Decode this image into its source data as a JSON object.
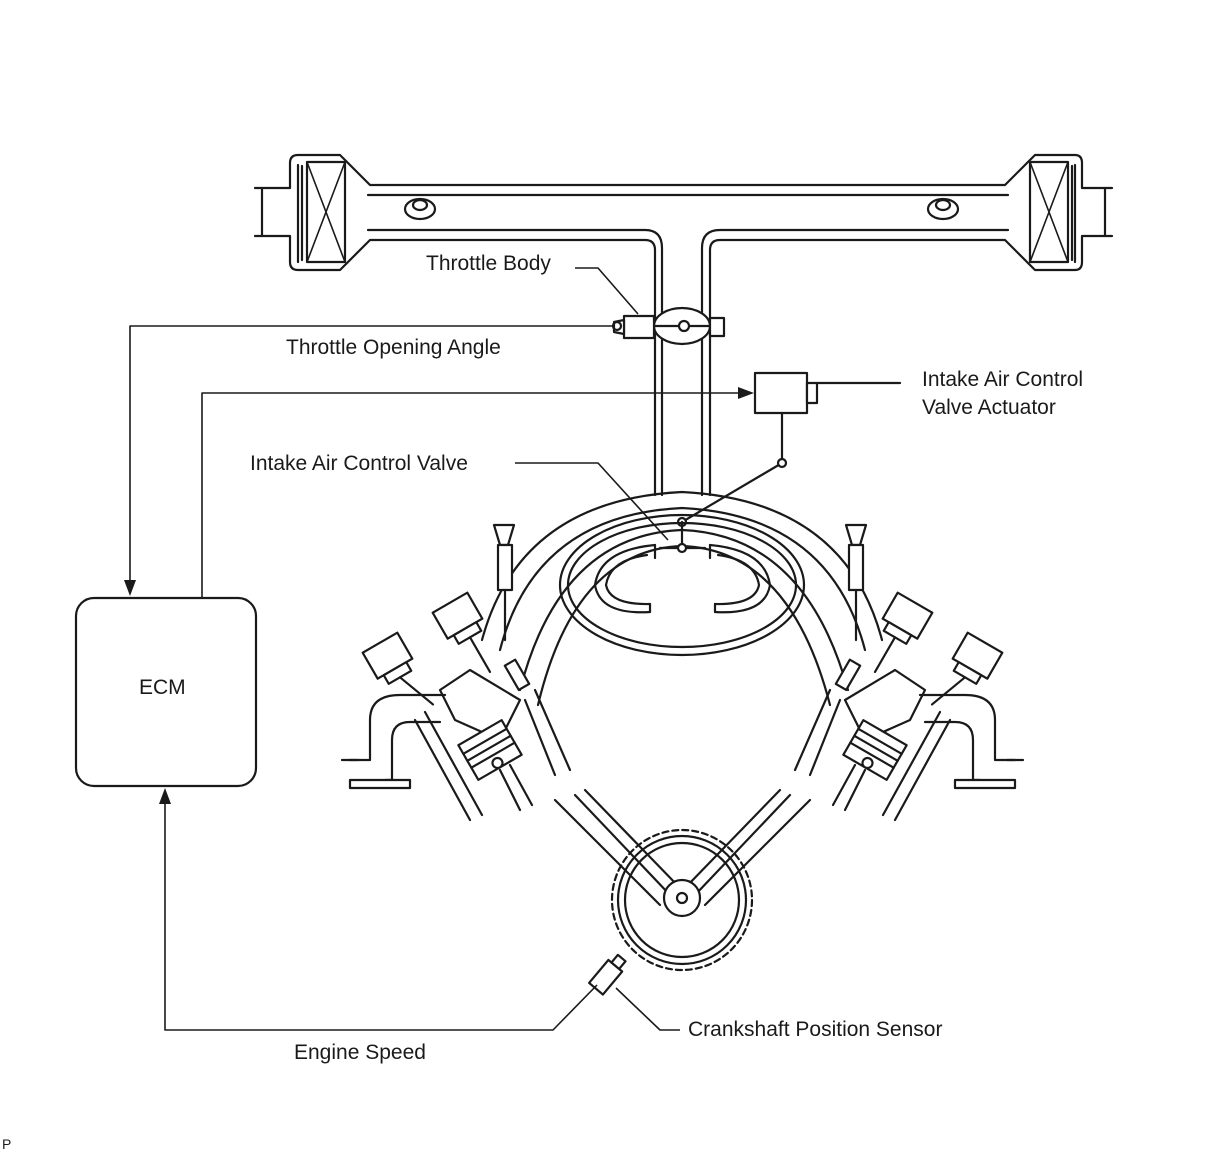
{
  "labels": {
    "throttle_body": "Throttle Body",
    "throttle_opening_angle": "Throttle Opening Angle",
    "iacv_actuator_line1": "Intake Air Control",
    "iacv_actuator_line2": "Valve Actuator",
    "iacv": "Intake Air Control Valve",
    "ecm": "ECM",
    "crankshaft_sensor": "Crankshaft Position Sensor",
    "engine_speed": "Engine Speed",
    "corner_mark": "P"
  },
  "colors": {
    "line": "#1a1a1a",
    "background": "#ffffff"
  }
}
